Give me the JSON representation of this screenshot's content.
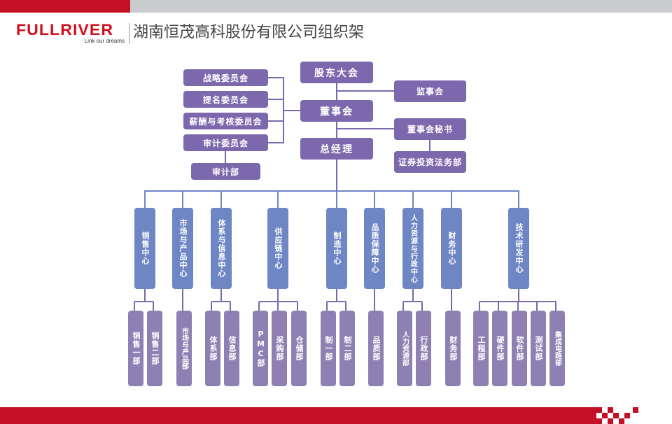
{
  "header": {
    "logo_word": "FULLRIVER",
    "logo_tagline": "Link our dreams",
    "title": "湖南恒茂高科股份有限公司组织架"
  },
  "colors": {
    "brand_red": "#c40f24",
    "header_gray": "#c9cbce",
    "governance_box": "#7b68ad",
    "center_box": "#6f86c4",
    "department_box": "#8e80b2",
    "governance_line": "#7b68ad",
    "center_line": "#6f86c4"
  },
  "org": {
    "shareholders": "股东大会",
    "supervisory_board": "监事会",
    "board": "董事会",
    "board_secretary": "董事会秘书",
    "securities_legal_dept": "证券投资法务部",
    "general_manager": "总经理",
    "committees": [
      "战略委员会",
      "提名委员会",
      "薪酬与考核委员会",
      "审计委员会"
    ],
    "audit_dept": "审计部",
    "centers": [
      {
        "name": "销售中心",
        "departments": [
          "销售一部",
          "销售二部"
        ]
      },
      {
        "name": "市场与产品中心",
        "departments": [
          "市场与产品部"
        ]
      },
      {
        "name": "体系与信息中心",
        "departments": [
          "体系部",
          "信息部"
        ]
      },
      {
        "name": "供应链中心",
        "departments": [
          "PMC部",
          "采购部",
          "仓储部"
        ]
      },
      {
        "name": "制造中心",
        "departments": [
          "制一部",
          "制二部"
        ]
      },
      {
        "name": "品质保障中心",
        "departments": [
          "品质部"
        ]
      },
      {
        "name": "人力资源与行政中心",
        "departments": [
          "人力资源部",
          "行政部"
        ]
      },
      {
        "name": "财务中心",
        "departments": [
          "财务部"
        ]
      },
      {
        "name": "技术研发中心",
        "departments": [
          "工程部",
          "硬件部",
          "软件部",
          "测试部",
          "集成电路部"
        ]
      }
    ]
  }
}
